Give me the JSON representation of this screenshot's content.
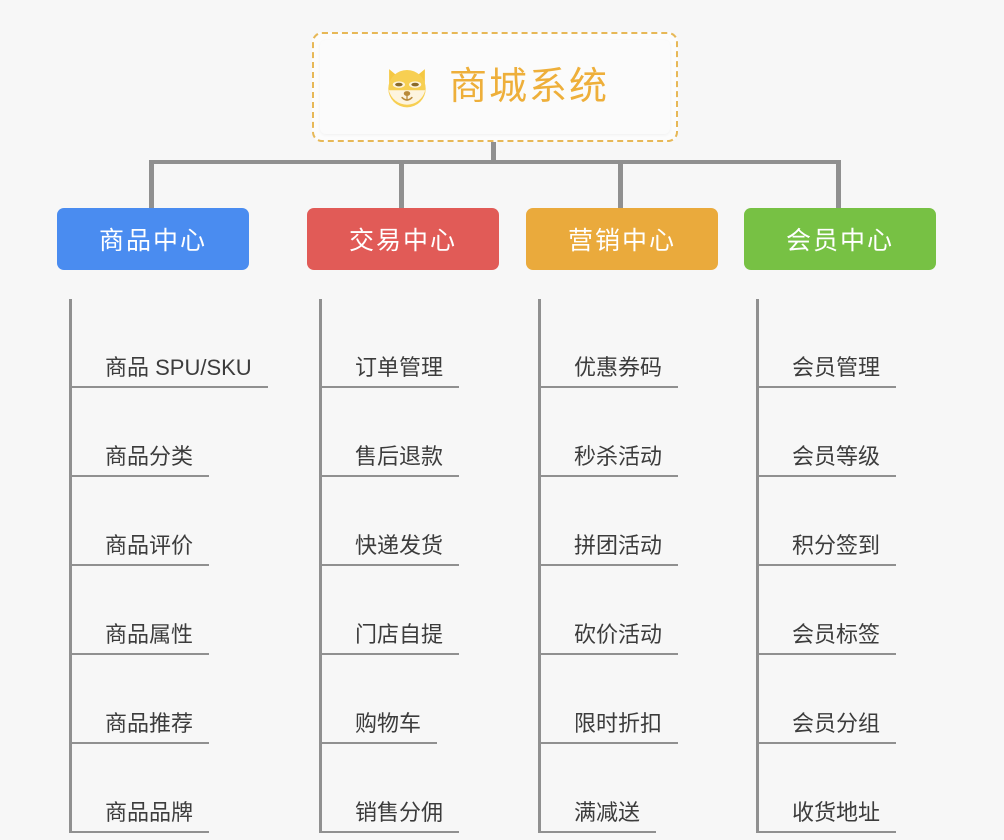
{
  "page": {
    "background_color": "#f7f7f7",
    "type": "mindmap"
  },
  "root": {
    "title": "商城系统",
    "icon": "dog-face-emoji",
    "text_color": "#eeaf3a",
    "border_color": "#e7b857",
    "border_style": "dashed"
  },
  "branches": [
    {
      "label": "商品中心",
      "color": "#4a8cf0",
      "items": [
        "商品 SPU/SKU",
        "商品分类",
        "商品评价",
        "商品属性",
        "商品推荐",
        "商品品牌"
      ]
    },
    {
      "label": "交易中心",
      "color": "#e15b57",
      "items": [
        "订单管理",
        "售后退款",
        "快递发货",
        "门店自提",
        "购物车",
        "销售分佣"
      ]
    },
    {
      "label": "营销中心",
      "color": "#eaaa3c",
      "items": [
        "优惠券码",
        "秒杀活动",
        "拼团活动",
        "砍价活动",
        "限时折扣",
        "满减送"
      ]
    },
    {
      "label": "会员中心",
      "color": "#77c144",
      "items": [
        "会员管理",
        "会员等级",
        "积分签到",
        "会员标签",
        "会员分组",
        "收货地址"
      ]
    }
  ],
  "connector": {
    "color": "#909090"
  }
}
